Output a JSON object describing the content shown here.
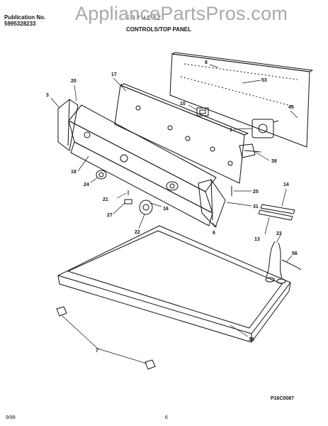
{
  "header": {
    "publication_label": "Publication No.",
    "publication_number": "5995328233",
    "model": "F R 7 H E 3 Z",
    "section_title": "CONTROLS/TOP PANEL"
  },
  "watermark": "AppliancePartsPros.com",
  "diagram": {
    "drawing_code": "P16C0087",
    "callouts": [
      "1",
      "3",
      "6",
      "7",
      "8",
      "10",
      "13",
      "14",
      "16",
      "17",
      "18",
      "20",
      "21",
      "22",
      "23",
      "24",
      "25",
      "27",
      "31",
      "36",
      "39",
      "45",
      "53",
      "56"
    ]
  },
  "footer": {
    "date": "9/99",
    "page": "6"
  }
}
